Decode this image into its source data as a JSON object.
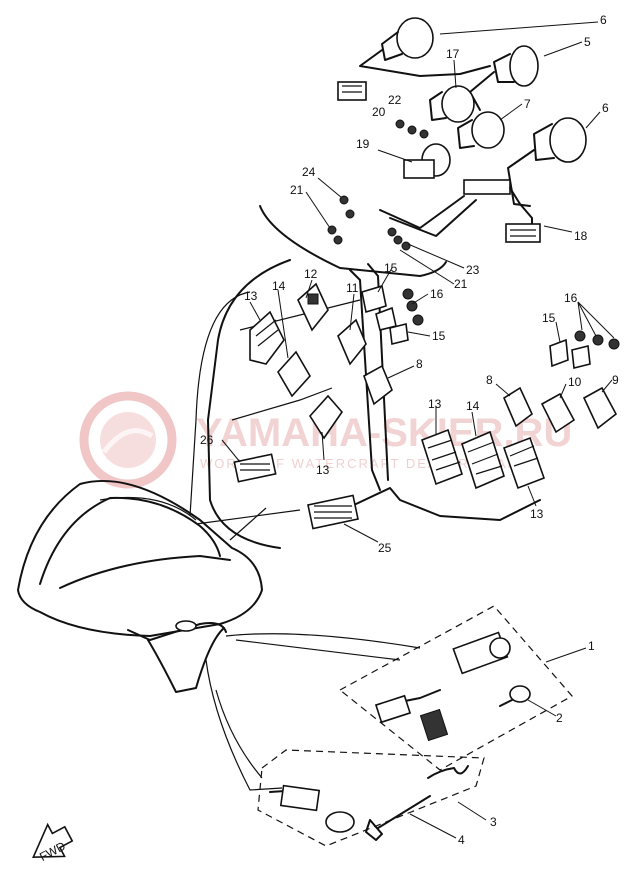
{
  "watermark": {
    "title": "YAMAHA-SKIER.RU",
    "subtitle": "WORLD OF WATERCRAFT DEALERS KAMA",
    "color": "#e8a0a0"
  },
  "direction_arrow": {
    "label": "FWD"
  },
  "callouts": [
    {
      "id": "c1",
      "text": "1"
    },
    {
      "id": "c2",
      "text": "2"
    },
    {
      "id": "c3",
      "text": "3"
    },
    {
      "id": "c4",
      "text": "4"
    },
    {
      "id": "c5",
      "text": "5"
    },
    {
      "id": "c6a",
      "text": "6"
    },
    {
      "id": "c6b",
      "text": "6"
    },
    {
      "id": "c7",
      "text": "7"
    },
    {
      "id": "c8a",
      "text": "8"
    },
    {
      "id": "c8b",
      "text": "8"
    },
    {
      "id": "c9",
      "text": "9"
    },
    {
      "id": "c10",
      "text": "10"
    },
    {
      "id": "c11",
      "text": "11"
    },
    {
      "id": "c12",
      "text": "12"
    },
    {
      "id": "c13a",
      "text": "13"
    },
    {
      "id": "c13b",
      "text": "13"
    },
    {
      "id": "c13c",
      "text": "13"
    },
    {
      "id": "c13d",
      "text": "13"
    },
    {
      "id": "c14a",
      "text": "14"
    },
    {
      "id": "c14b",
      "text": "14"
    },
    {
      "id": "c15a",
      "text": "15"
    },
    {
      "id": "c15b",
      "text": "15"
    },
    {
      "id": "c15c",
      "text": "15"
    },
    {
      "id": "c16a",
      "text": "16"
    },
    {
      "id": "c16b",
      "text": "16"
    },
    {
      "id": "c17",
      "text": "17"
    },
    {
      "id": "c18",
      "text": "18"
    },
    {
      "id": "c19",
      "text": "19"
    },
    {
      "id": "c20",
      "text": "20"
    },
    {
      "id": "c21a",
      "text": "21"
    },
    {
      "id": "c21b",
      "text": "21"
    },
    {
      "id": "c22",
      "text": "22"
    },
    {
      "id": "c23",
      "text": "23"
    },
    {
      "id": "c24",
      "text": "24"
    },
    {
      "id": "c25",
      "text": "25"
    },
    {
      "id": "c26",
      "text": "26"
    }
  ]
}
